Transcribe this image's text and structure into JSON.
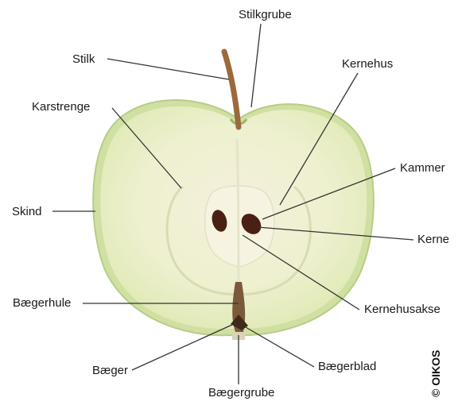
{
  "labels": {
    "stilkgrube": "Stilkgrube",
    "stilk": "Stilk",
    "kernehus": "Kernehus",
    "karstrenge": "Karstrenge",
    "kammer": "Kammer",
    "skind": "Skind",
    "kerne": "Kerne",
    "baegerhule": "Bægerhule",
    "kernehusakse": "Kernehusakse",
    "baeger": "Bæger",
    "baegerblad": "Bægerblad",
    "baegergrube": "Bægergrube"
  },
  "copyright": "© OIKOS",
  "colors": {
    "flesh": "#e9efc9",
    "skin": "#cfe0a2",
    "stem": "#9a6a3c",
    "seed": "#4a1f14",
    "line": "#333333"
  }
}
